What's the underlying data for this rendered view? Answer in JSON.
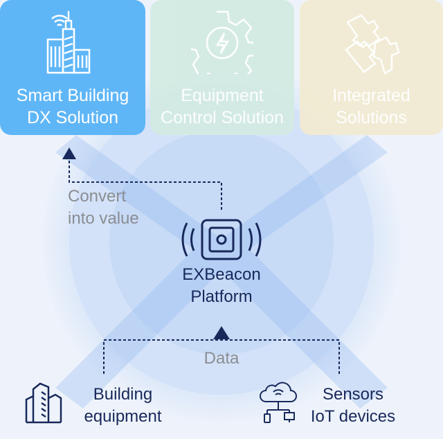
{
  "cards": [
    {
      "label_line1": "Smart Building",
      "label_line2": "DX Solution",
      "icon": "smart-building-icon"
    },
    {
      "label_line1": "Equipment",
      "label_line2": "Control Solution",
      "icon": "gear-bolt-icon"
    },
    {
      "label_line1": "Integrated",
      "label_line2": "Solutions",
      "icon": "puzzle-icon"
    }
  ],
  "convert": {
    "line1": "Convert",
    "line2": "into value"
  },
  "platform": {
    "line1": "EXBeacon",
    "line2": "Platform",
    "icon": "beacon-icon"
  },
  "data_label": "Data",
  "sources": [
    {
      "line1": "Building",
      "line2": "equipment",
      "icon": "buildings-icon"
    },
    {
      "line1": "Sensors",
      "line2": "IoT devices",
      "icon": "cloud-network-icon"
    }
  ],
  "colors": {
    "card1": "#5fb6f7",
    "card2": "#d3ebe3",
    "card3": "#f2ebd3",
    "navy": "#17285a",
    "gray": "#8a8d92"
  }
}
